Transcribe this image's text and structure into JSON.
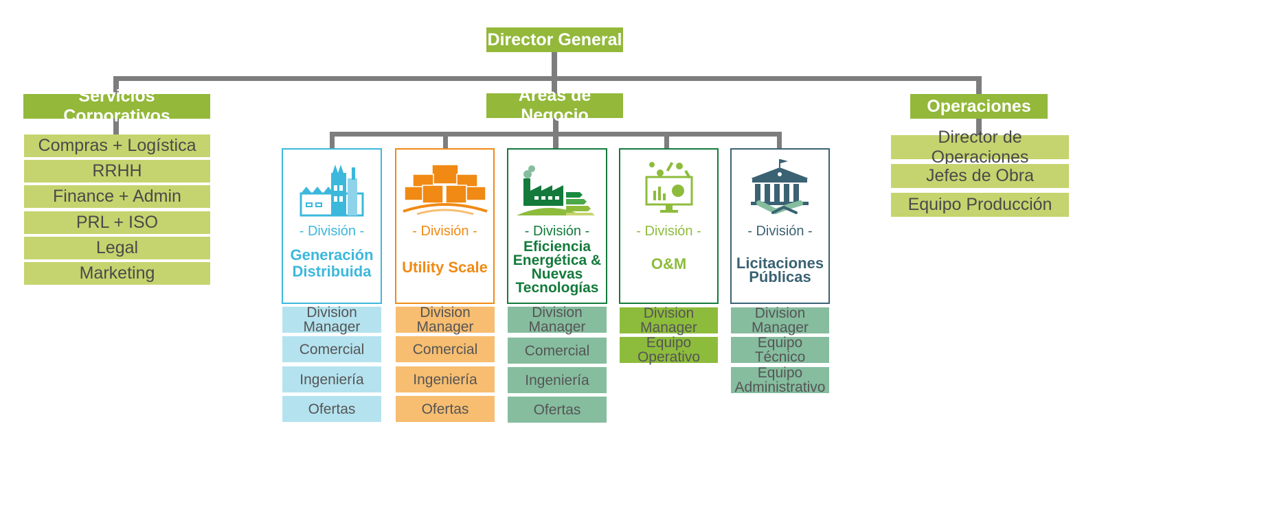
{
  "colors": {
    "header_green": "#93b83a",
    "lime": "#c5d46e",
    "connector": "#7d7d7d",
    "blue": "#3bb8dc",
    "light_blue": "#b4e3ef",
    "orange": "#f08a14",
    "light_orange": "#f7bd70",
    "dark_green": "#137a3b",
    "teal_green": "#86bd9f",
    "light_green": "#8dbc3c",
    "slate": "#3a6273"
  },
  "director": {
    "label": "Director General"
  },
  "corporate": {
    "label": "Servicios Corporativos",
    "items": [
      "Compras + Logística",
      "RRHH",
      "Finance + Admin",
      "PRL + ISO",
      "Legal",
      "Marketing"
    ]
  },
  "business": {
    "label": "Áreas de Negocio"
  },
  "operations": {
    "label": "Operaciones",
    "items": [
      "Director de Operaciones",
      "Jefes de Obra",
      "Equipo Producción"
    ]
  },
  "divisions": [
    {
      "subtitle": "- División -",
      "title": "Generación Distribuida",
      "icon": "factory-icon",
      "items": [
        "Division Manager",
        "Comercial",
        "Ingeniería",
        "Ofertas"
      ]
    },
    {
      "subtitle": "- División -",
      "title": "Utility Scale",
      "icon": "solar-farm-icon",
      "items": [
        "Division Manager",
        "Comercial",
        "Ingeniería",
        "Ofertas"
      ]
    },
    {
      "subtitle": "- División -",
      "title": "Eficiencia Energética & Nuevas Tecnologías",
      "icon": "energy-rating-icon",
      "items": [
        "Division Manager",
        "Comercial",
        "Ingeniería",
        "Ofertas"
      ]
    },
    {
      "subtitle": "- División -",
      "title": "O&M",
      "icon": "monitor-maintenance-icon",
      "items": [
        "Division Manager",
        "Equipo Operativo"
      ]
    },
    {
      "subtitle": "- División -",
      "title": "Licitaciones Públicas",
      "icon": "public-building-handshake-icon",
      "items": [
        "Division Manager",
        "Equipo Técnico",
        "Equipo Administrativo"
      ]
    }
  ]
}
